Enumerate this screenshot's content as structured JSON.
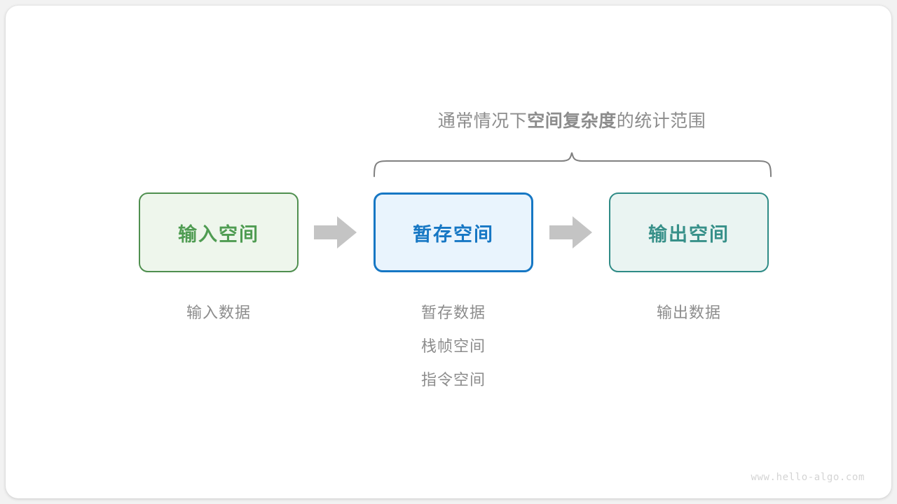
{
  "diagram": {
    "brace_caption": {
      "prefix": "通常情况下",
      "emphasis": "空间复杂度",
      "suffix": "的统计范围"
    },
    "boxes": [
      {
        "label": "输入空间",
        "color": "#4f9c52",
        "border": "#4f8f4f",
        "fill": "#eef6ec"
      },
      {
        "label": "暂存空间",
        "color": "#1677c4",
        "border": "#1677c4",
        "fill": "#e9f4fd"
      },
      {
        "label": "输出空间",
        "color": "#379089",
        "border": "#2f8b86",
        "fill": "#eaf4f2"
      }
    ],
    "arrows": [
      {
        "name": "arrow-input-to-temp",
        "glyph": "block-arrow-right",
        "color": "#c4c4c4"
      },
      {
        "name": "arrow-temp-to-output",
        "glyph": "block-arrow-right",
        "color": "#c4c4c4"
      }
    ],
    "captions": [
      {
        "lines": [
          "输入数据"
        ]
      },
      {
        "lines": [
          "暂存数据",
          "栈帧空间",
          "指令空间"
        ]
      },
      {
        "lines": [
          "输出数据"
        ]
      }
    ],
    "brace": {
      "name": "curly-brace-up",
      "color": "#808080"
    },
    "watermark": "www.hello-algo.com"
  }
}
